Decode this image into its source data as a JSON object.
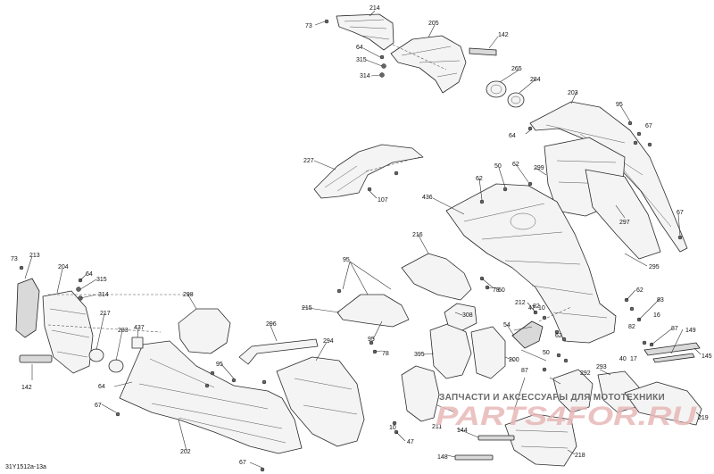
{
  "callouts": [
    "214",
    "73",
    "205",
    "142",
    "64",
    "315",
    "314",
    "265",
    "284",
    "203",
    "95",
    "67",
    "64",
    "227",
    "107",
    "50",
    "62",
    "299",
    "62",
    "436",
    "297",
    "67",
    "295",
    "216",
    "95",
    "78",
    "60",
    "73",
    "213",
    "204",
    "64",
    "315",
    "314",
    "298",
    "296",
    "294",
    "215",
    "95",
    "78",
    "212",
    "47",
    "10",
    "62",
    "83",
    "16",
    "87",
    "149",
    "145",
    "217",
    "283",
    "437",
    "95",
    "308",
    "54",
    "62",
    "82",
    "50",
    "40",
    "17",
    "82",
    "395",
    "200",
    "87",
    "292",
    "293",
    "219",
    "142",
    "64",
    "67",
    "202",
    "211",
    "144",
    "47",
    "10",
    "218",
    "148",
    "67"
  ],
  "diagram_code": "31Y1512a-13a",
  "watermark": {
    "tagline": "ЗАПЧАСТИ И АКСЕССУАРЫ ДЛЯ МОТОТЕХНИКИ",
    "logo": "PARTS4FOR.RU"
  },
  "colors": {
    "line": "#2a2a2a",
    "watermark_red": "#e8b8b8",
    "watermark_gray": "#6a6a6a"
  }
}
